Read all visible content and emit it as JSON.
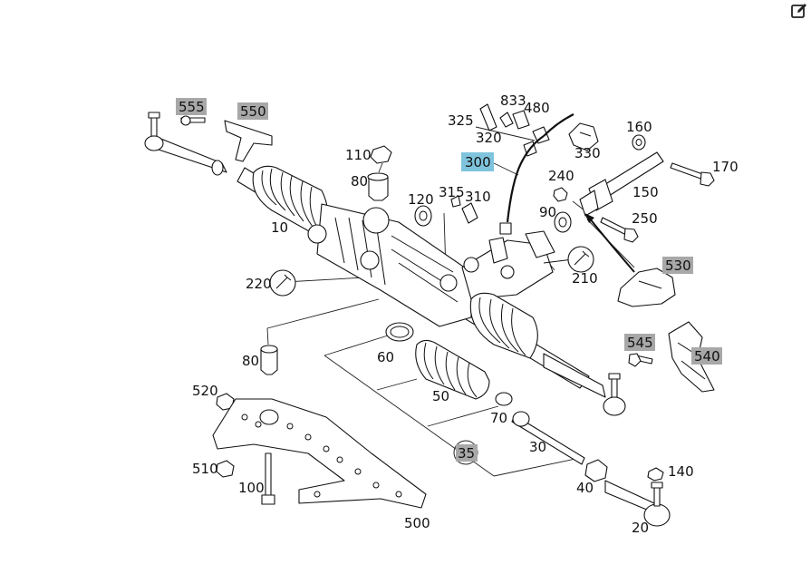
{
  "toolbar": {
    "edit_icon": "edit-icon"
  },
  "callouts": {
    "c10": "10",
    "c20": "20",
    "c30": "30",
    "c35": "35",
    "c40": "40",
    "c50": "50",
    "c60": "60",
    "c70": "70",
    "c80_top": "80",
    "c80_bottom": "80",
    "c90": "90",
    "c100": "100",
    "c110": "110",
    "c120": "120",
    "c140": "140",
    "c150": "150",
    "c160": "160",
    "c170": "170",
    "c210": "210",
    "c220": "220",
    "c240": "240",
    "c250": "250",
    "c300": "300",
    "c310": "310",
    "c315": "315",
    "c320": "320",
    "c325": "325",
    "c330": "330",
    "c480": "480",
    "c500": "500",
    "c510": "510",
    "c520": "520",
    "c530": "530",
    "c540": "540",
    "c545": "545",
    "c550": "550",
    "c555": "555",
    "c833": "833"
  },
  "colors": {
    "highlight_grey": "#a8a8a8",
    "highlight_blue": "#7fc4dc",
    "line": "#111111"
  }
}
